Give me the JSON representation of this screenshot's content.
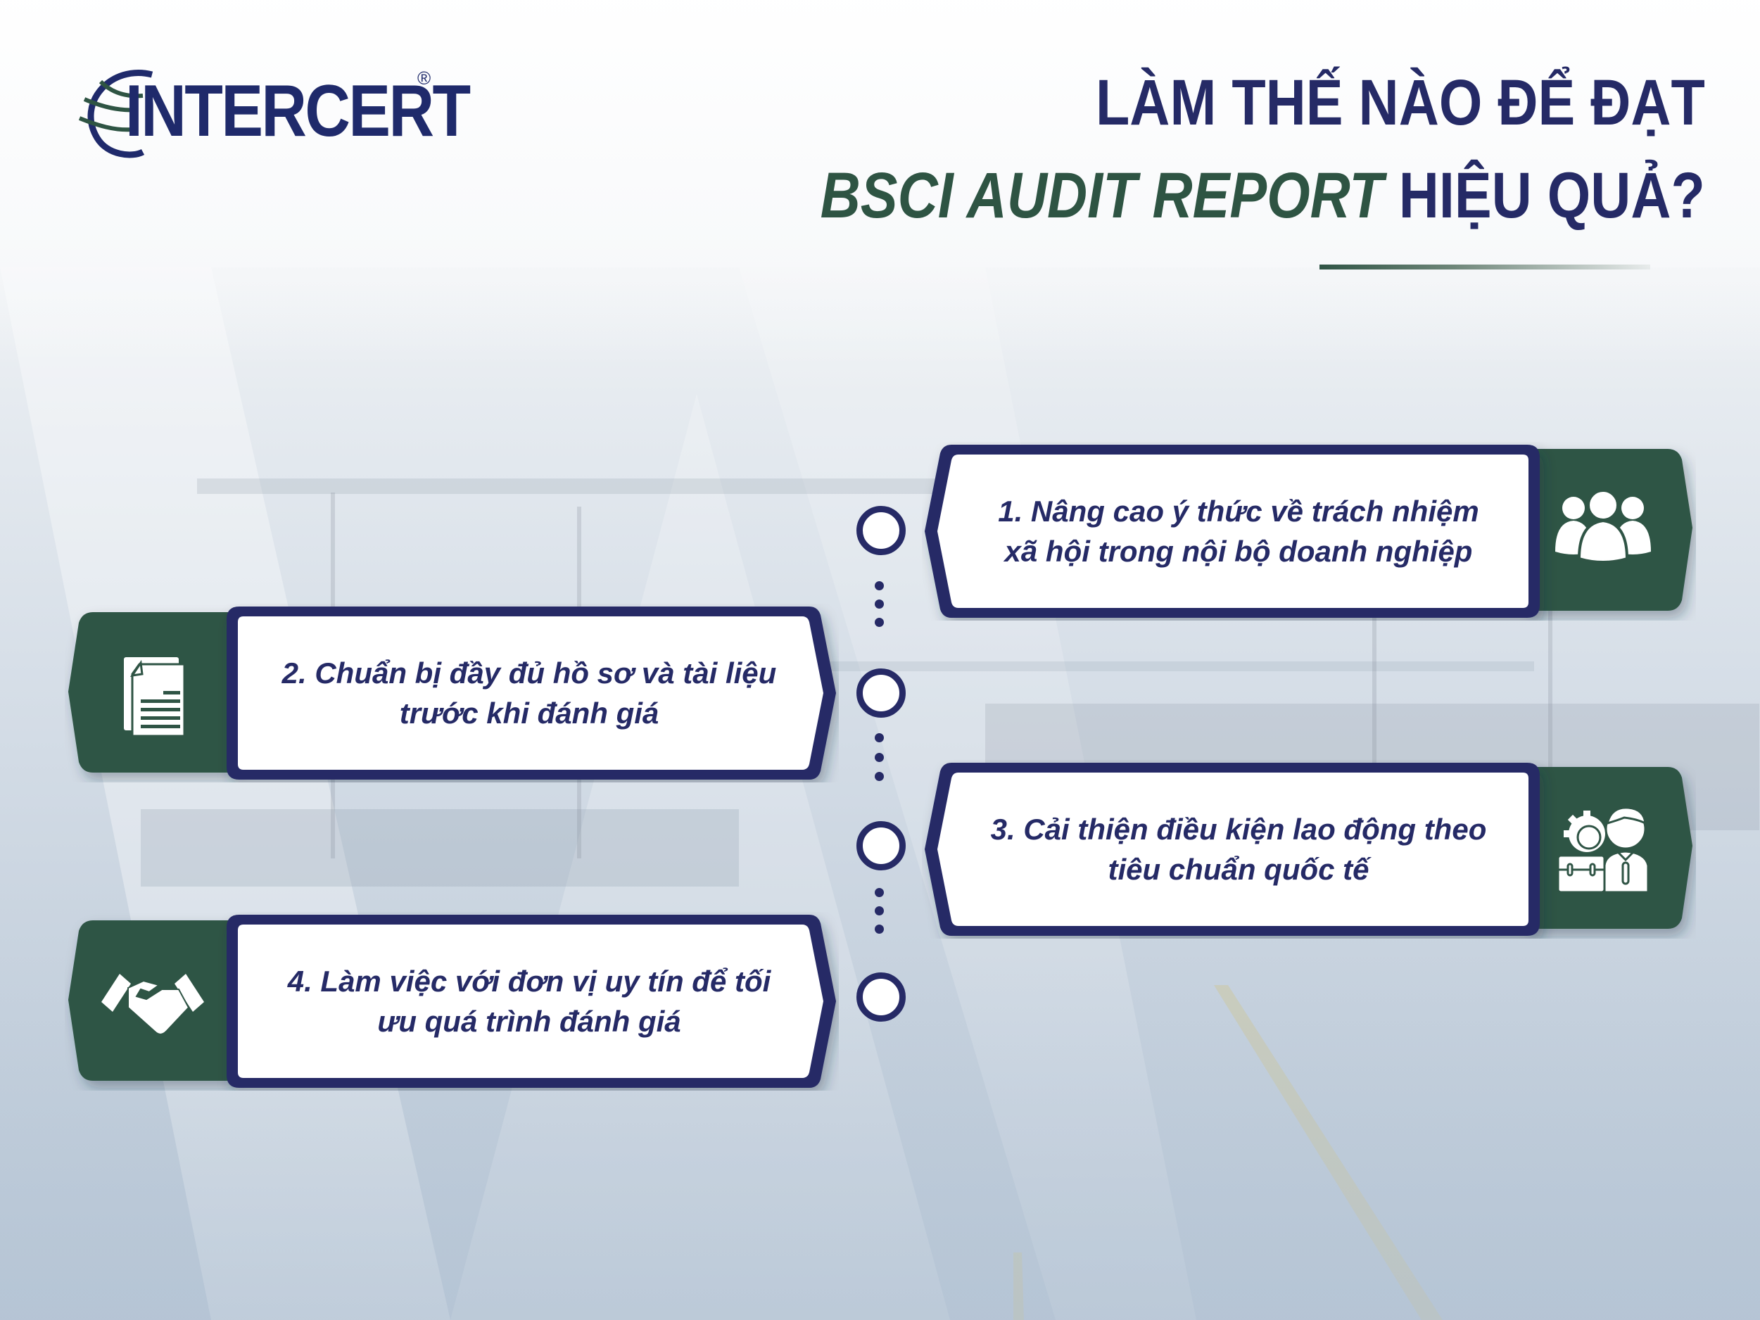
{
  "brand": {
    "logo_text": "INTERCERT",
    "registered_mark": "®",
    "logo_icon": "globe-swoosh-icon"
  },
  "header": {
    "title_line1": "LÀM THẾ NÀO ĐỂ ĐẠT",
    "title_line2_highlight": "BSCI AUDIT REPORT",
    "title_line2_rest": "HIỆU QUẢ?"
  },
  "colors": {
    "navy": "#262a66",
    "green": "#2f5445",
    "white": "#ffffff",
    "background": "#d7dfe8"
  },
  "steps": [
    {
      "number": 1,
      "line1": "1. Nâng cao ý thức về trách nhiệm",
      "line2": "xã hội trong nội bộ doanh nghiệp",
      "icon": "people-group-icon",
      "side": "right"
    },
    {
      "number": 2,
      "line1": "2. Chuẩn bị đầy đủ hồ sơ và tài liệu",
      "line2": "trước khi đánh giá",
      "icon": "document-icon",
      "side": "left"
    },
    {
      "number": 3,
      "line1": "3. Cải thiện điều kiện lao động theo",
      "line2": "tiêu chuẩn quốc tế",
      "icon": "worker-toolbox-gear-icon",
      "side": "right"
    },
    {
      "number": 4,
      "line1": "4. Làm việc với đơn vị uy tín để tối",
      "line2": "ưu quá trình đánh giá",
      "icon": "handshake-icon",
      "side": "left"
    }
  ]
}
